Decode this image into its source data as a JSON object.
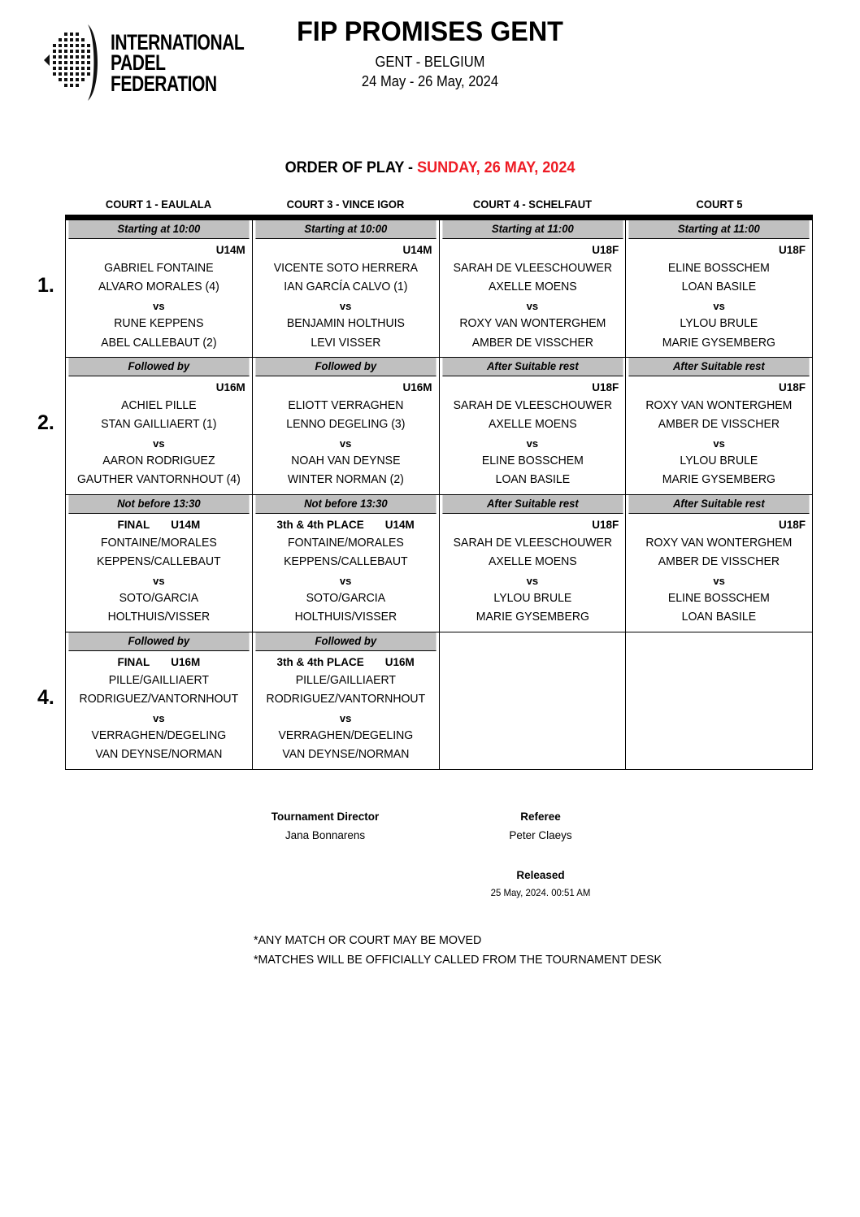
{
  "header": {
    "logo": {
      "icon": "ipf-padel-logo-icon",
      "line1": "INTERNATIONAL",
      "line2": "PADEL",
      "line3": "FEDERATION"
    },
    "tournament_title": "FIP PROMISES GENT",
    "location": "GENT - BELGIUM",
    "dates": "24 May - 26 May, 2024"
  },
  "order_of_play": {
    "prefix": "ORDER OF PLAY - ",
    "day": "SUNDAY, 26 MAY, 2024",
    "accent_color": "#ee1c25"
  },
  "courts": [
    "COURT 1 - EAULALA",
    "COURT 3 - VINCE IGOR",
    "COURT 4 - SCHELFAUT",
    "COURT 5"
  ],
  "row_numbers": [
    "1.",
    "2.",
    "",
    "4."
  ],
  "rows": [
    {
      "number": "1.",
      "cells": [
        {
          "band": "Starting at 10:00",
          "stage": "",
          "category": "U14M",
          "team_a": [
            "GABRIEL FONTAINE",
            "ALVARO MORALES (4)"
          ],
          "vs": "vs",
          "team_b": [
            "RUNE KEPPENS",
            "ABEL CALLEBAUT (2)"
          ]
        },
        {
          "band": "Starting at 10:00",
          "stage": "",
          "category": "U14M",
          "team_a": [
            "VICENTE SOTO HERRERA",
            "IAN GARCÍA CALVO (1)"
          ],
          "vs": "vs",
          "team_b": [
            "BENJAMIN HOLTHUIS",
            "LEVI VISSER"
          ]
        },
        {
          "band": "Starting at 11:00",
          "stage": "",
          "category": "U18F",
          "team_a": [
            "SARAH DE VLEESCHOUWER",
            "AXELLE MOENS"
          ],
          "vs": "vs",
          "team_b": [
            "ROXY VAN WONTERGHEM",
            "AMBER DE VISSCHER"
          ]
        },
        {
          "band": "Starting at 11:00",
          "stage": "",
          "category": "U18F",
          "team_a": [
            "ELINE BOSSCHEM",
            "LOAN BASILE"
          ],
          "vs": "vs",
          "team_b": [
            "LYLOU BRULE",
            "MARIE GYSEMBERG"
          ]
        }
      ]
    },
    {
      "number": "2.",
      "cells": [
        {
          "band": "Followed by",
          "stage": "",
          "category": "U16M",
          "team_a": [
            "ACHIEL PILLE",
            "STAN GAILLIAERT (1)"
          ],
          "vs": "vs",
          "team_b": [
            "AARON RODRIGUEZ",
            "GAUTHER VANTORNHOUT (4)"
          ]
        },
        {
          "band": "Followed by",
          "stage": "",
          "category": "U16M",
          "team_a": [
            "ELIOTT VERRAGHEN",
            "LENNO DEGELING (3)"
          ],
          "vs": "vs",
          "team_b": [
            "NOAH VAN DEYNSE",
            "WINTER NORMAN (2)"
          ]
        },
        {
          "band": "After Suitable rest",
          "stage": "",
          "category": "U18F",
          "team_a": [
            "SARAH DE VLEESCHOUWER",
            "AXELLE MOENS"
          ],
          "vs": "vs",
          "team_b": [
            "ELINE BOSSCHEM",
            "LOAN BASILE"
          ]
        },
        {
          "band": "After Suitable rest",
          "stage": "",
          "category": "U18F",
          "team_a": [
            "ROXY VAN WONTERGHEM",
            "AMBER DE VISSCHER"
          ],
          "vs": "vs",
          "team_b": [
            "LYLOU BRULE",
            "MARIE GYSEMBERG"
          ]
        }
      ]
    },
    {
      "number": "",
      "cells": [
        {
          "band": "Not before 13:30",
          "stage": "FINAL",
          "category": "U14M",
          "team_a": [
            "FONTAINE/MORALES",
            "KEPPENS/CALLEBAUT"
          ],
          "vs": "vs",
          "team_b": [
            "SOTO/GARCIA",
            "HOLTHUIS/VISSER"
          ]
        },
        {
          "band": "Not before 13:30",
          "stage": "3th & 4th PLACE",
          "category": "U14M",
          "team_a": [
            "FONTAINE/MORALES",
            "KEPPENS/CALLEBAUT"
          ],
          "vs": "vs",
          "team_b": [
            "SOTO/GARCIA",
            "HOLTHUIS/VISSER"
          ]
        },
        {
          "band": "After Suitable rest",
          "stage": "",
          "category": "U18F",
          "team_a": [
            "SARAH DE VLEESCHOUWER",
            "AXELLE MOENS"
          ],
          "vs": "vs",
          "team_b": [
            "LYLOU BRULE",
            "MARIE GYSEMBERG"
          ]
        },
        {
          "band": "After Suitable rest",
          "stage": "",
          "category": "U18F",
          "team_a": [
            "ROXY VAN WONTERGHEM",
            "AMBER DE VISSCHER"
          ],
          "vs": "vs",
          "team_b": [
            "ELINE BOSSCHEM",
            "LOAN BASILE"
          ]
        }
      ]
    },
    {
      "number": "4.",
      "cells": [
        {
          "band": "Followed by",
          "stage": "FINAL",
          "category": "U16M",
          "team_a": [
            "PILLE/GAILLIAERT",
            "RODRIGUEZ/VANTORNHOUT"
          ],
          "vs": "vs",
          "team_b": [
            "VERRAGHEN/DEGELING",
            "VAN DEYNSE/NORMAN"
          ]
        },
        {
          "band": "Followed by",
          "stage": "3th & 4th PLACE",
          "category": "U16M",
          "team_a": [
            "PILLE/GAILLIAERT",
            "RODRIGUEZ/VANTORNHOUT"
          ],
          "vs": "vs",
          "team_b": [
            "VERRAGHEN/DEGELING",
            "VAN DEYNSE/NORMAN"
          ]
        },
        null,
        null
      ]
    }
  ],
  "officials": {
    "director_label": "Tournament Director",
    "director_name": "Jana Bonnarens",
    "referee_label": "Referee",
    "referee_name": "Peter Claeys",
    "released_label": "Released",
    "released_time": "25 May, 2024. 00:51 AM"
  },
  "notes": [
    "*ANY MATCH OR COURT MAY BE MOVED",
    "*MATCHES WILL BE OFFICIALLY CALLED FROM THE TOURNAMENT DESK"
  ]
}
